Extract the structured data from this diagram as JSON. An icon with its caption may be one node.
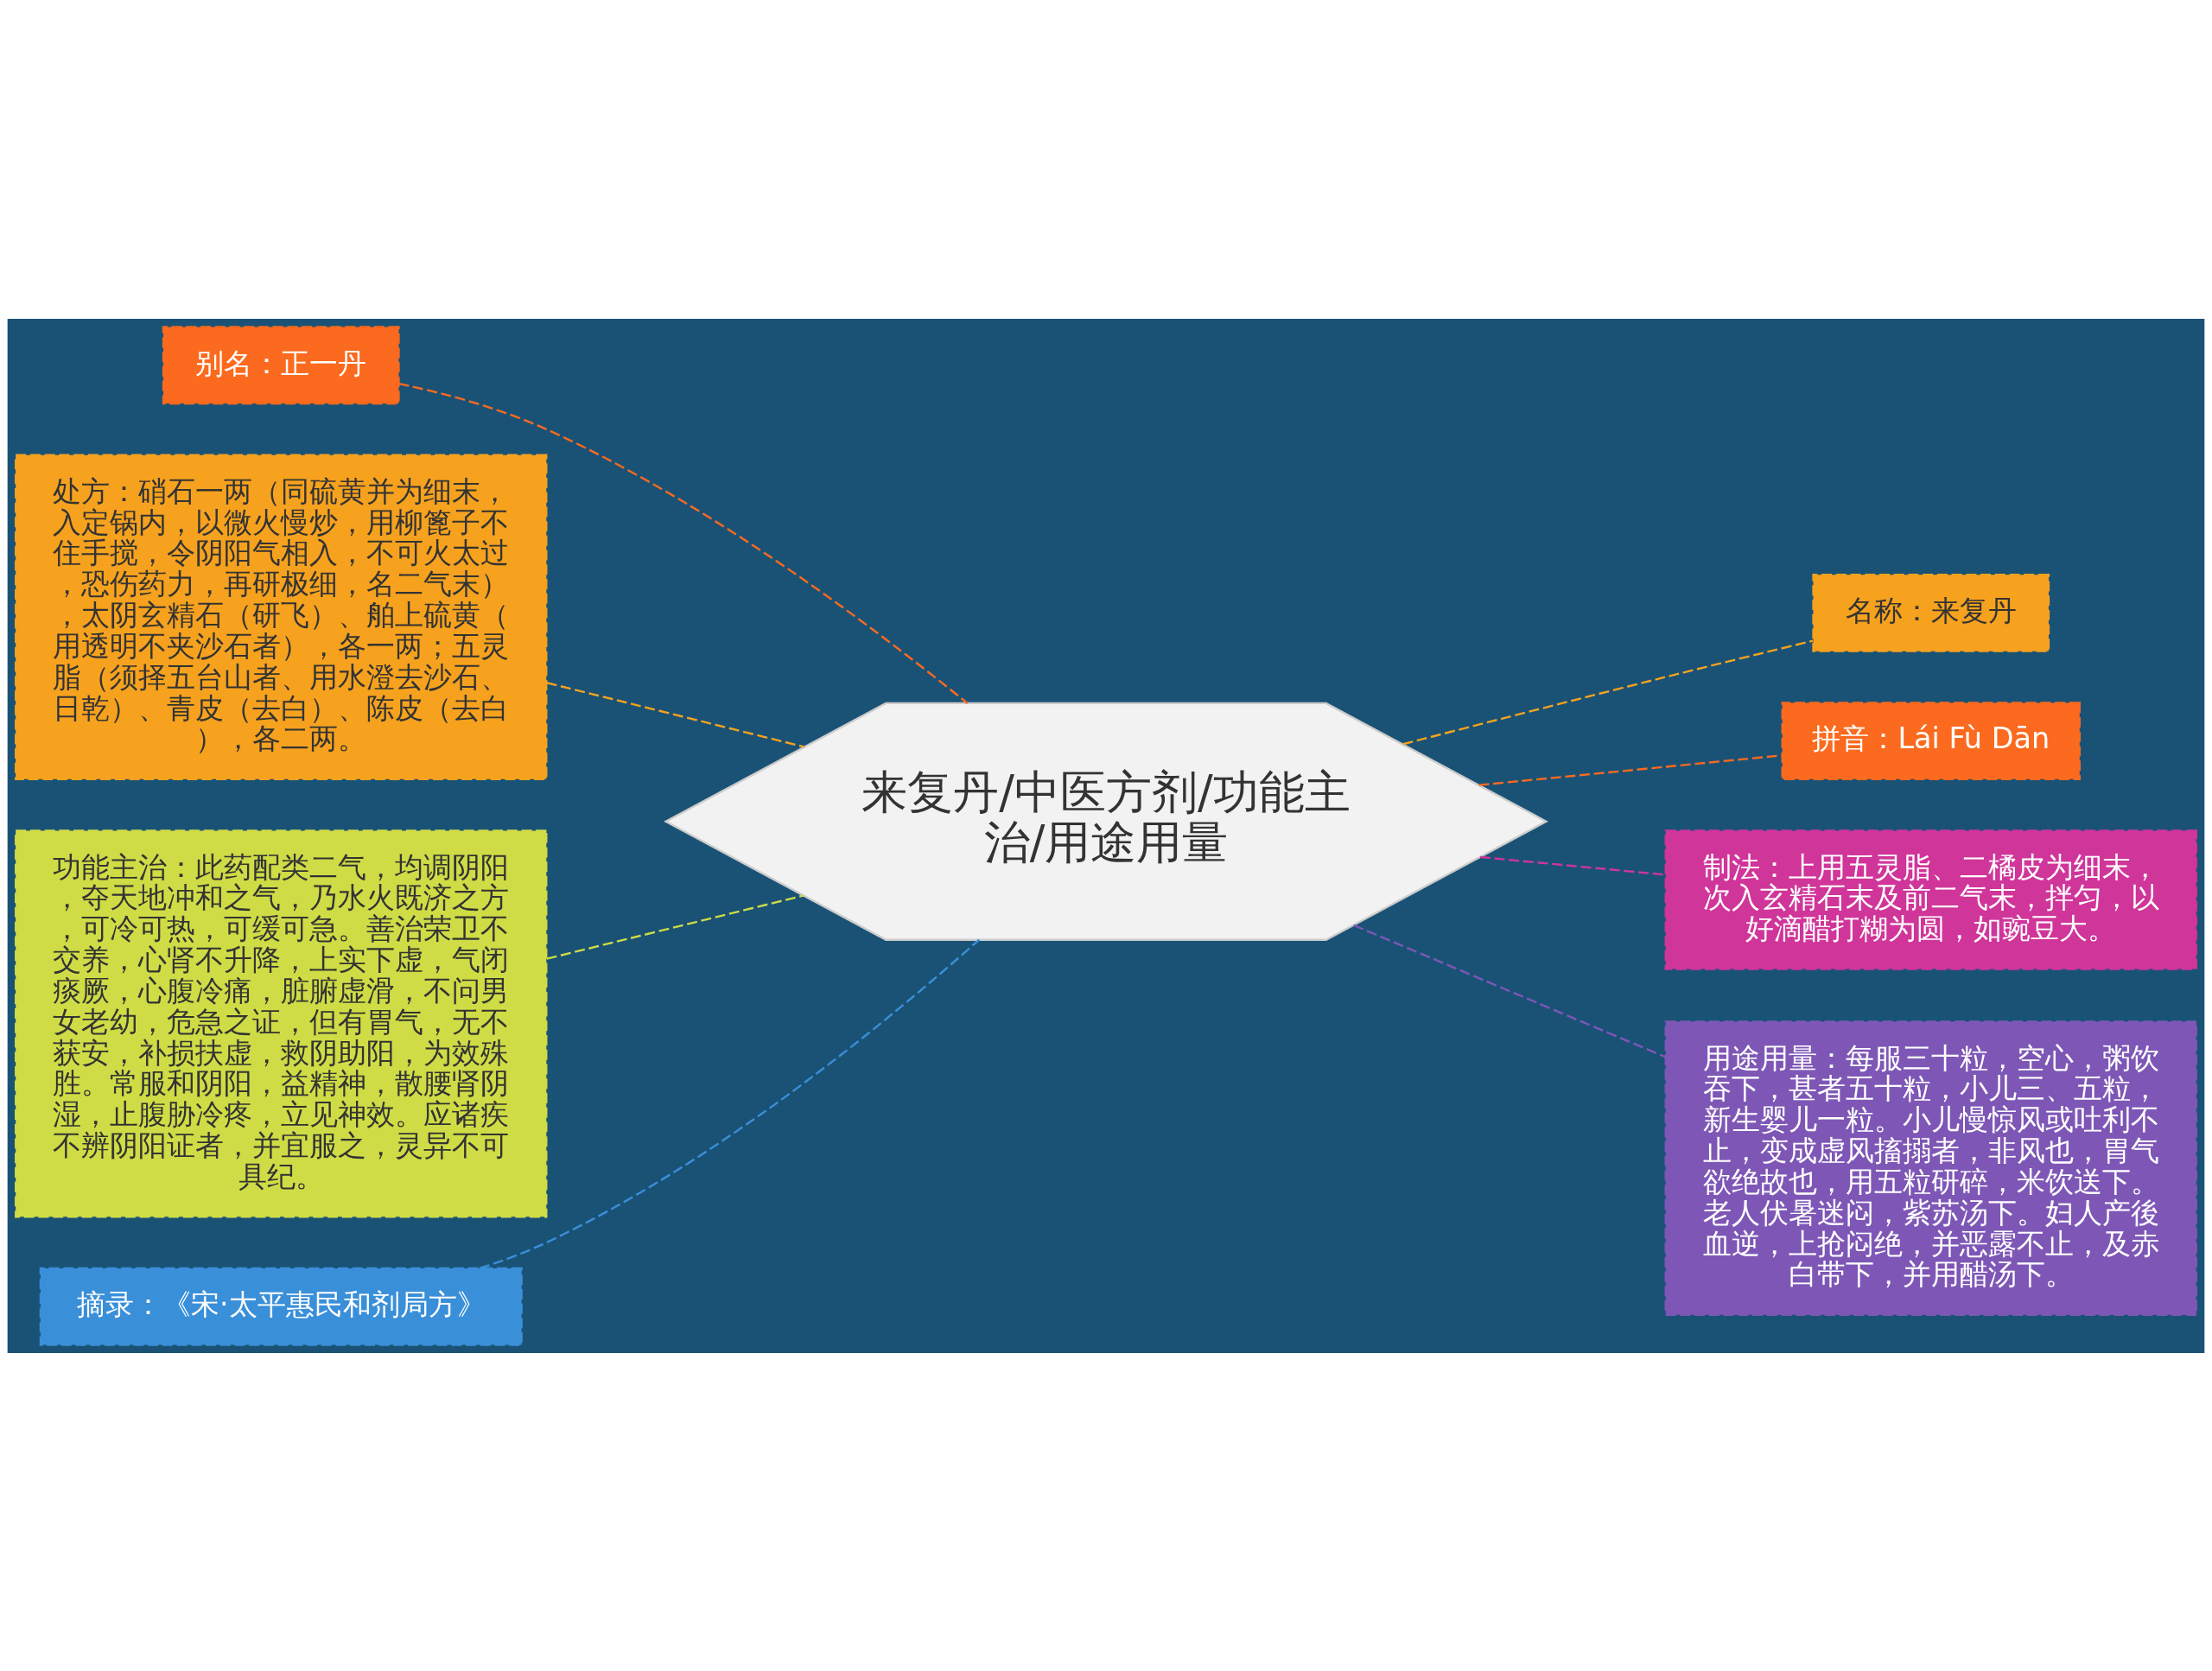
{
  "diagram": {
    "nodes": [
      {
        "text": [
          "来复丹/中医方剂/功能主治/用途用量"
        ]
      },
      {
        "text": [
          "别名：正一丹"
        ]
      },
      {
        "text": [
          "处方：硝石一两（同硫黄并为细末，入定锅内，以微火慢炒，用柳篦子不住手搅，令阴阳气相入，不可火太过，恐伤药力，再研极细，名二气末），太阴玄精石（研飞）、舶上硫黄（用透明不夹沙石者），各一两；五灵脂（须择五台山者、用水澄去沙石、日乾）、青皮（去白）、陈皮（去白），各二两。"
        ]
      },
      {
        "text": [
          "功能主治：此药配类二气，均调阴阳，夺天地冲和之气，乃水火既济之方，可冷可热，可缓可急。善治荣卫不交养，心肾不升降，上实下虚，气闭痰厥，心腹冷痛，脏腑虚滑，不问男女老幼，危急之证，但有胃气，无不获安，补损扶虚，救阴助阳，为效殊胜。常服和阴阳，益精神，散腰肾阴湿，止腹胁冷疼，立见神效。应诸疾不辨阴阳证者，并宜服之，灵异不可具纪。"
        ]
      },
      {
        "text": [
          "摘录：《宋·太平惠民和剂局方》"
        ]
      },
      {
        "text": [
          "名称：来复丹"
        ]
      },
      {
        "text": [
          "拼音：Lái Fù Dān"
        ]
      },
      {
        "text": [
          "制法：上用五灵脂、二橘皮为细末，次入玄精石末及前二气末，拌匀，以好滴醋打糊为圆，如豌豆大。"
        ]
      },
      {
        "text": [
          "用途用量：每服三十粒，空心，粥饮吞下，甚者五十粒，小儿三、五粒，新生婴儿一粒。小儿慢惊风或吐利不止，变成虚风搐搦者，非风也，胃气欲绝故也，用五粒研碎，米饮送下。老人伏暑迷闷，紫苏汤下。妇人产後血逆，上抢闷绝，并恶露不止，及赤白带下，并用醋汤下。"
        ]
      }
    ],
    "edges": [
      {
        "from": 1,
        "to": 0,
        "arrow": "none",
        "style": "dashed",
        "color": "#fb6a1e"
      },
      {
        "from": 2,
        "to": 0,
        "arrow": "none",
        "style": "dashed",
        "color": "#f6a21e"
      },
      {
        "from": 3,
        "to": 0,
        "arrow": "none",
        "style": "dashed",
        "color": "#cfdc45"
      },
      {
        "from": 4,
        "to": 0,
        "arrow": "none",
        "style": "dashed",
        "color": "#3a8fd9"
      },
      {
        "from": 0,
        "to": 5,
        "arrow": "none",
        "style": "dashed",
        "color": "#f6a21e"
      },
      {
        "from": 0,
        "to": 6,
        "arrow": "none",
        "style": "dashed",
        "color": "#fb6a1e"
      },
      {
        "from": 0,
        "to": 7,
        "arrow": "none",
        "style": "dashed",
        "color": "#d0359a"
      },
      {
        "from": 0,
        "to": 8,
        "arrow": "none",
        "style": "dashed",
        "color": "#7e57b6"
      }
    ]
  }
}
